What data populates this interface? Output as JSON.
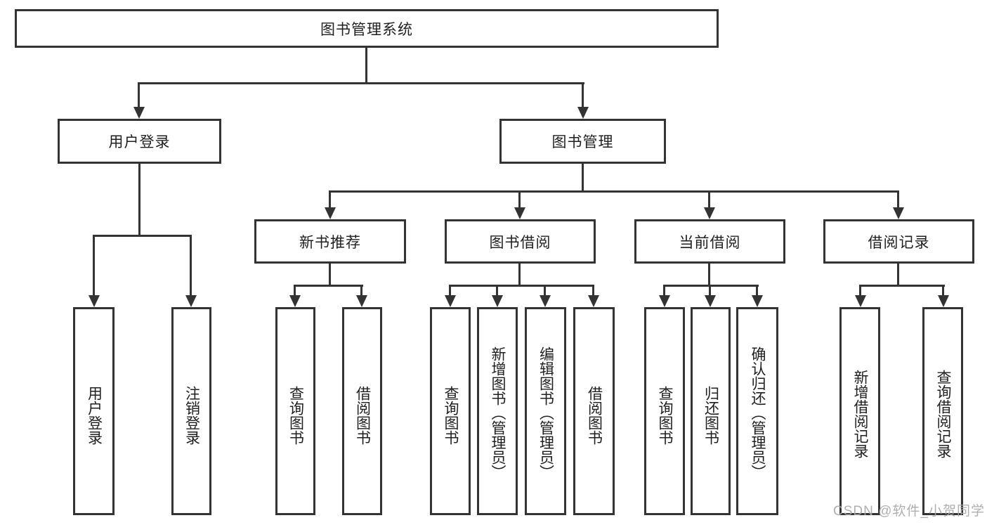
{
  "tree": {
    "root": "图书管理系统",
    "children": [
      {
        "label": "用户登录",
        "children": [
          "用户登录",
          "注销登录"
        ]
      },
      {
        "label": "图书管理",
        "children": [
          {
            "label": "新书推荐",
            "children": [
              "查询图书",
              "借阅图书"
            ]
          },
          {
            "label": "图书借阅",
            "children": [
              "查询图书",
              "新增图书（管理员）",
              "编辑图书（管理员）",
              "借阅图书"
            ]
          },
          {
            "label": "当前借阅",
            "children": [
              "查询图书",
              "归还图书",
              "确认归还（管理员）"
            ]
          },
          {
            "label": "借阅记录",
            "children": [
              "新增借阅记录",
              "查询借阅记录"
            ]
          }
        ]
      }
    ]
  },
  "watermark": {
    "text": "CSDN @软件_小贺同学"
  },
  "colors": {
    "line": "#333333",
    "box_border": "#333333",
    "text": "#1f1f1f",
    "watermark": "#a8a8a8",
    "background": "#ffffff"
  }
}
